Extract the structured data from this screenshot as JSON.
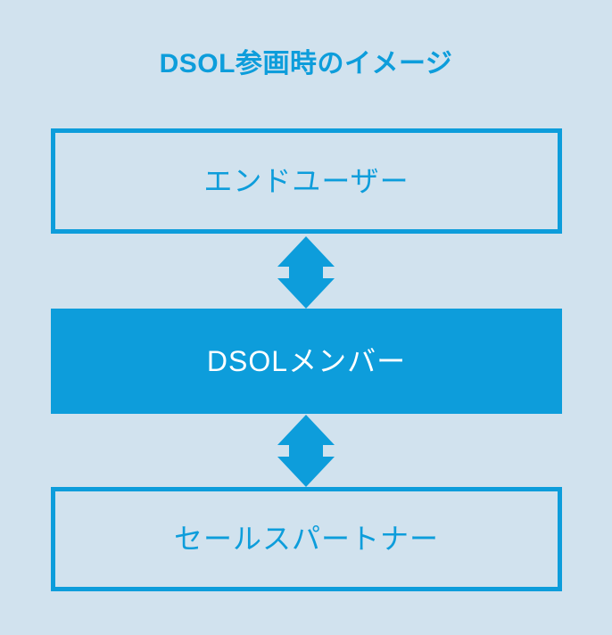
{
  "diagram": {
    "title": "DSOL参画時のイメージ",
    "type": "vertical-flow",
    "background_color": "#d1e2ee",
    "accent_color": "#0d9ddb",
    "nodes": [
      {
        "id": "end-user",
        "label": "エンドユーザー",
        "style": "outlined",
        "text_color": "#0d9ddb",
        "fill_color": "transparent",
        "border_color": "#0d9ddb"
      },
      {
        "id": "dsol-member",
        "label": "DSOLメンバー",
        "style": "filled",
        "text_color": "#ffffff",
        "fill_color": "#0d9ddb",
        "border_color": "#0d9ddb"
      },
      {
        "id": "sales-partner",
        "label": "セールスパートナー",
        "style": "outlined",
        "text_color": "#0d9ddb",
        "fill_color": "transparent",
        "border_color": "#0d9ddb"
      }
    ],
    "connectors": [
      {
        "id": "end-user-to-dsol-member",
        "icon": "double-headed-vertical-arrow-icon",
        "from": "end-user",
        "to": "dsol-member",
        "color": "#0d9ddb"
      },
      {
        "id": "dsol-member-to-sales-partner",
        "icon": "double-headed-vertical-arrow-icon",
        "from": "dsol-member",
        "to": "sales-partner",
        "color": "#0d9ddb"
      }
    ]
  }
}
